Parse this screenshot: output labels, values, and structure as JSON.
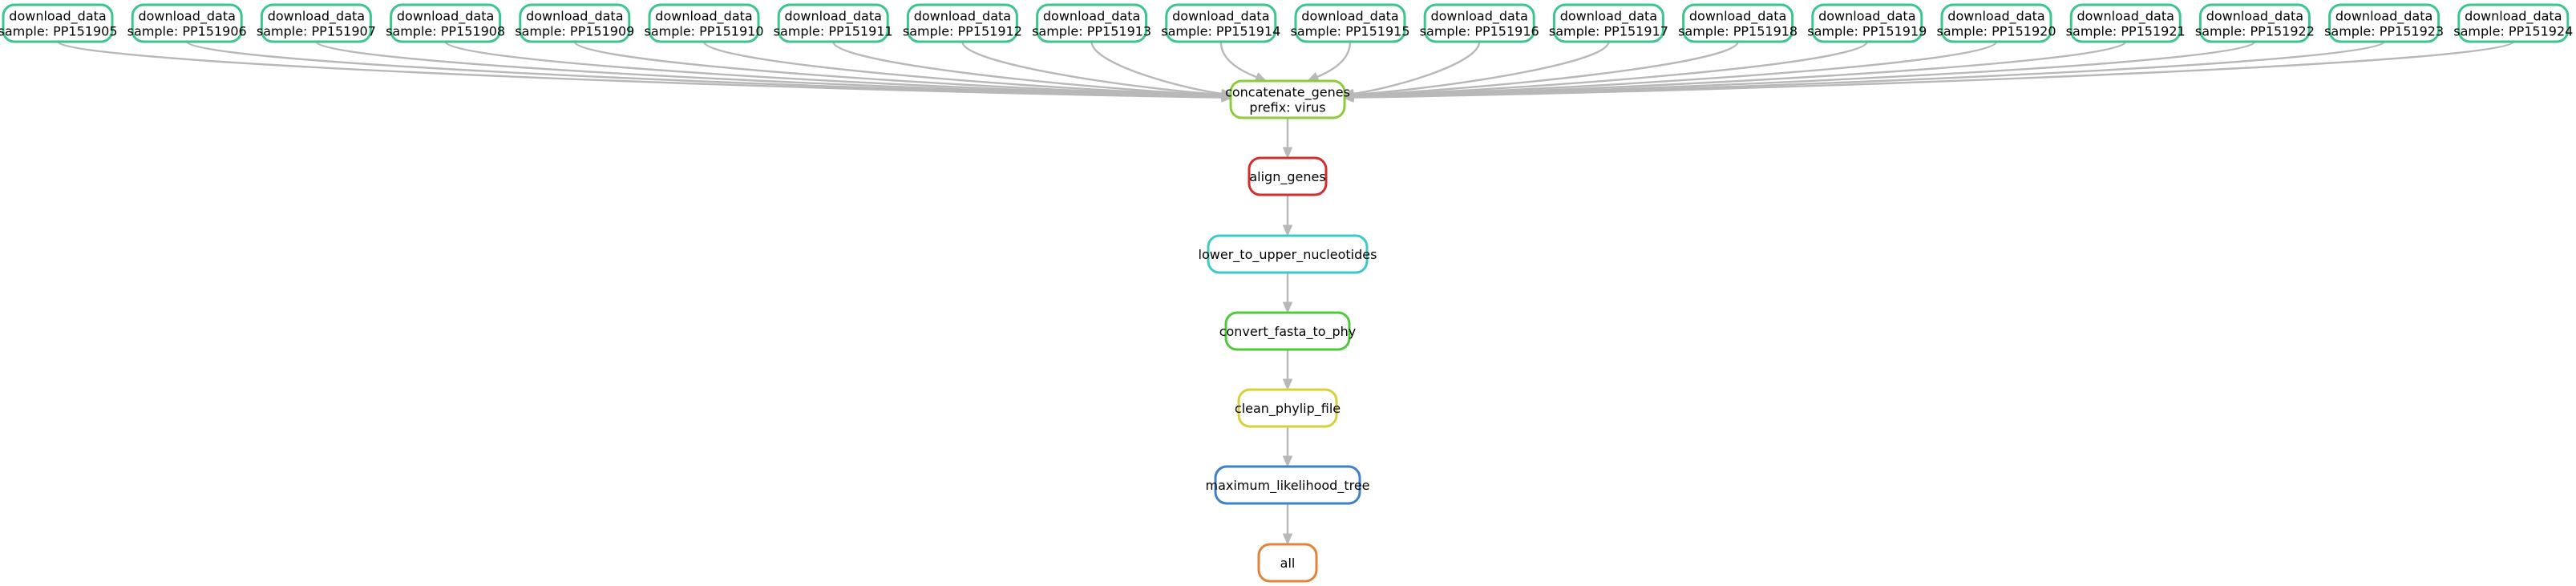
{
  "colors": {
    "edge": "#b8b8b8",
    "download_data": "#3cc58e",
    "concatenate_genes": "#8ccc3c",
    "align_genes": "#d22e2e",
    "lower_to_upper_nucleotides": "#3dc9c6",
    "convert_fasta_to_phy": "#4fc83b",
    "clean_phylip_file": "#d7d03b",
    "maximum_likelihood_tree": "#3b82c8",
    "all": "#e0843a"
  },
  "download_nodes": [
    {
      "rule": "download_data",
      "sample": "sample: PP151905"
    },
    {
      "rule": "download_data",
      "sample": "sample: PP151906"
    },
    {
      "rule": "download_data",
      "sample": "sample: PP151907"
    },
    {
      "rule": "download_data",
      "sample": "sample: PP151908"
    },
    {
      "rule": "download_data",
      "sample": "sample: PP151909"
    },
    {
      "rule": "download_data",
      "sample": "sample: PP151910"
    },
    {
      "rule": "download_data",
      "sample": "sample: PP151911"
    },
    {
      "rule": "download_data",
      "sample": "sample: PP151912"
    },
    {
      "rule": "download_data",
      "sample": "sample: PP151913"
    },
    {
      "rule": "download_data",
      "sample": "sample: PP151914"
    },
    {
      "rule": "download_data",
      "sample": "sample: PP151915"
    },
    {
      "rule": "download_data",
      "sample": "sample: PP151916"
    },
    {
      "rule": "download_data",
      "sample": "sample: PP151917"
    },
    {
      "rule": "download_data",
      "sample": "sample: PP151918"
    },
    {
      "rule": "download_data",
      "sample": "sample: PP151919"
    },
    {
      "rule": "download_data",
      "sample": "sample: PP151920"
    },
    {
      "rule": "download_data",
      "sample": "sample: PP151921"
    },
    {
      "rule": "download_data",
      "sample": "sample: PP151922"
    },
    {
      "rule": "download_data",
      "sample": "sample: PP151923"
    },
    {
      "rule": "download_data",
      "sample": "sample: PP151924"
    }
  ],
  "pipeline_nodes": [
    {
      "key": "concatenate_genes",
      "lines": [
        "concatenate_genes",
        "prefix: virus"
      ]
    },
    {
      "key": "align_genes",
      "lines": [
        "align_genes"
      ]
    },
    {
      "key": "lower_to_upper_nucleotides",
      "lines": [
        "lower_to_upper_nucleotides"
      ]
    },
    {
      "key": "convert_fasta_to_phy",
      "lines": [
        "convert_fasta_to_phy"
      ]
    },
    {
      "key": "clean_phylip_file",
      "lines": [
        "clean_phylip_file"
      ]
    },
    {
      "key": "maximum_likelihood_tree",
      "lines": [
        "maximum_likelihood_tree"
      ]
    },
    {
      "key": "all",
      "lines": [
        "all"
      ]
    }
  ]
}
